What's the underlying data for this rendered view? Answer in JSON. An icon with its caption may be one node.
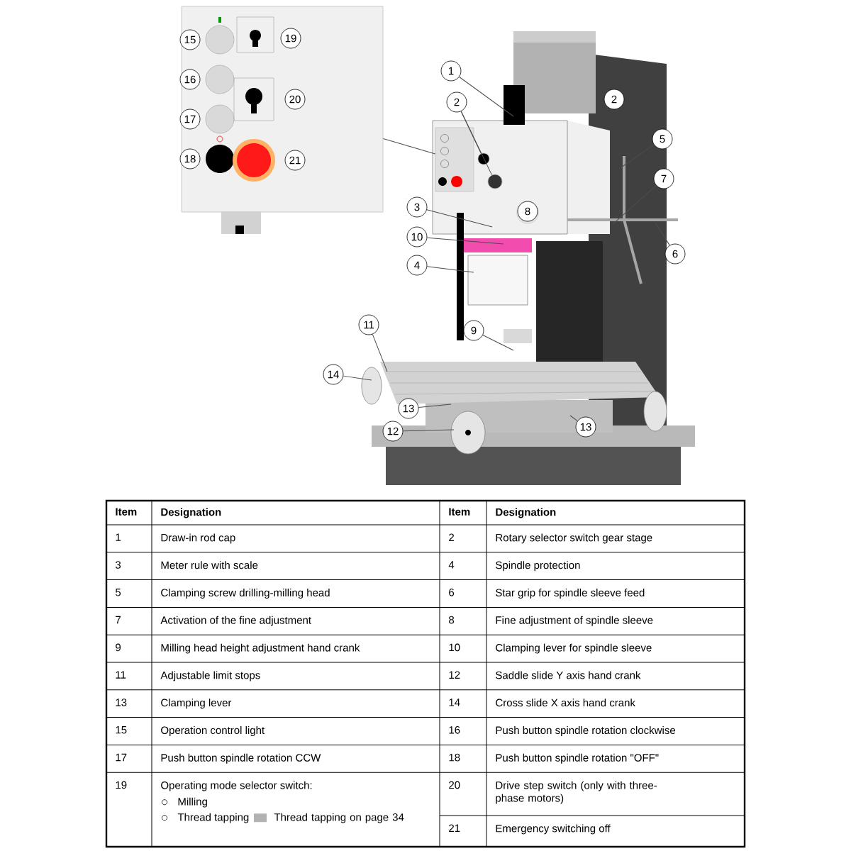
{
  "diagram": {
    "nodes": [
      {
        "text": [],
        "shape": "box"
      },
      {
        "text": [
          "15"
        ],
        "in": 0
      },
      {
        "text": [
          "16"
        ],
        "in": 0
      },
      {
        "text": [
          "17"
        ],
        "in": 0
      },
      {
        "text": [
          "18"
        ],
        "in": 0
      },
      {
        "text": [
          "19"
        ],
        "in": 0
      },
      {
        "text": [
          "20"
        ],
        "in": 0
      },
      {
        "text": [
          "21"
        ],
        "in": 0
      },
      {
        "text": [
          "1"
        ]
      },
      {
        "text": [
          "2"
        ]
      },
      {
        "text": [
          "2"
        ]
      },
      {
        "text": [
          "5"
        ]
      },
      {
        "text": [
          "7"
        ]
      },
      {
        "text": [
          "3"
        ]
      },
      {
        "text": [
          "8"
        ]
      },
      {
        "text": [
          "10"
        ]
      },
      {
        "text": [
          "6"
        ]
      },
      {
        "text": [
          "4"
        ]
      },
      {
        "text": [
          "11"
        ]
      },
      {
        "text": [
          "9"
        ]
      },
      {
        "text": [
          "14"
        ]
      },
      {
        "text": [
          "13"
        ]
      },
      {
        "text": [
          "12"
        ]
      },
      {
        "text": [
          "13"
        ]
      },
      {
        "text": [],
        "shape": "box"
      },
      {
        "text": [],
        "shape": "circle"
      },
      {
        "text": [],
        "shape": "circle"
      }
    ],
    "edges": [
      {
        "from": 0,
        "to": 24,
        "arrow": "none"
      },
      {
        "from": 8,
        "to": null,
        "arrow": "none"
      },
      {
        "from": 9,
        "to": 25,
        "arrow": "none"
      },
      {
        "from": 9,
        "to": 26,
        "arrow": "none"
      },
      {
        "from": 11,
        "to": null,
        "arrow": "none"
      },
      {
        "from": 12,
        "to": null,
        "arrow": "none"
      },
      {
        "from": 13,
        "to": null,
        "arrow": "none"
      },
      {
        "from": 15,
        "to": null,
        "arrow": "none"
      },
      {
        "from": 16,
        "to": null,
        "arrow": "none"
      },
      {
        "from": 17,
        "to": null,
        "arrow": "none"
      },
      {
        "from": 18,
        "to": null,
        "arrow": "none"
      },
      {
        "from": 19,
        "to": null,
        "arrow": "none"
      },
      {
        "from": 20,
        "to": null,
        "arrow": "none"
      },
      {
        "from": 21,
        "to": null,
        "arrow": "none"
      },
      {
        "from": 22,
        "to": null,
        "arrow": "none"
      },
      {
        "from": 23,
        "to": null,
        "arrow": "none"
      }
    ],
    "labels": [
      "Item",
      "Designation",
      "Item",
      "Designation",
      "1",
      "Draw-in rod cap",
      "2",
      "Rotary selector switch gear stage",
      "3",
      "Meter rule with scale",
      "4",
      "Spindle protection",
      "5",
      "Clamping screw drilling-milling head",
      "6",
      "Star grip for spindle sleeve feed",
      "7",
      "Activation of the fine adjustment",
      "8",
      "Fine adjustment of spindle sleeve",
      "9",
      "Milling head height adjustment hand crank",
      "10",
      "Clamping lever for spindle sleeve",
      "11",
      "Adjustable limit stops",
      "12",
      "Saddle slide Y axis hand crank",
      "13",
      "Clamping lever",
      "14",
      "Cross slide X axis hand crank",
      "15",
      "Operation control light",
      "16",
      "Push button spindle rotation clockwise",
      "17",
      "Push button spindle rotation CCW",
      "18",
      "Push button spindle rotation \"OFF\"",
      "19",
      "Operating mode selector switch:",
      "Milling",
      "Thread tapping",
      "Thread tapping on page 34",
      "20",
      "Drive step switch (only with three-phase motors)",
      "21",
      "Emergency switching off"
    ]
  }
}
